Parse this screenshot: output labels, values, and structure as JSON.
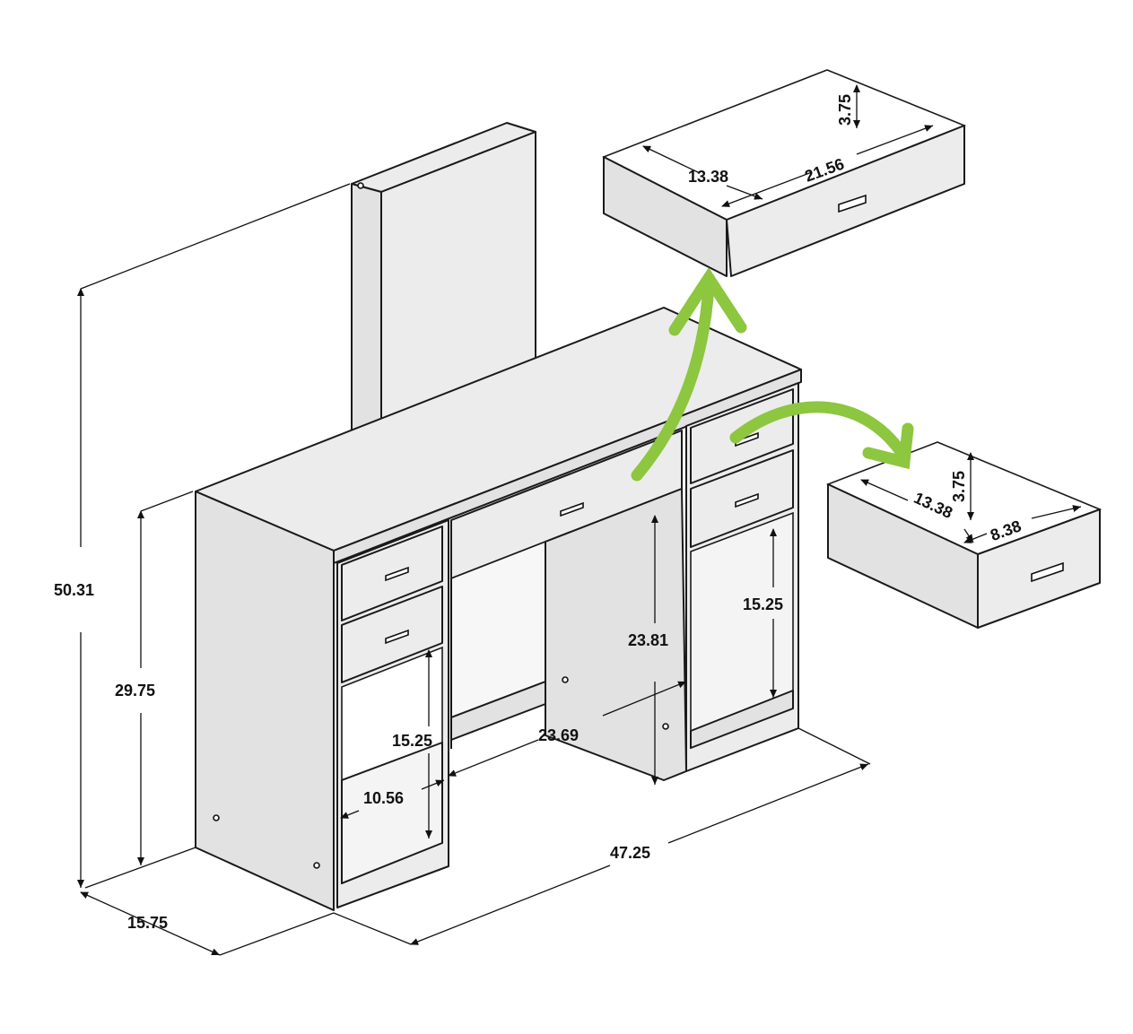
{
  "dimensions": {
    "total_height": "50.31",
    "desk_height": "29.75",
    "depth": "15.75",
    "width": "47.25",
    "knee_width": "23.69",
    "knee_height": "23.81",
    "left_shelf_height": "15.25",
    "right_shelf_height": "15.25",
    "left_shelf_width": "10.56",
    "center_drawer_depth": "13.38",
    "center_drawer_width": "21.56",
    "center_drawer_height": "3.75",
    "side_drawer_depth": "13.38",
    "side_drawer_width": "8.38",
    "side_drawer_height": "3.75"
  },
  "colors": {
    "arrow": "#8dc63f"
  }
}
